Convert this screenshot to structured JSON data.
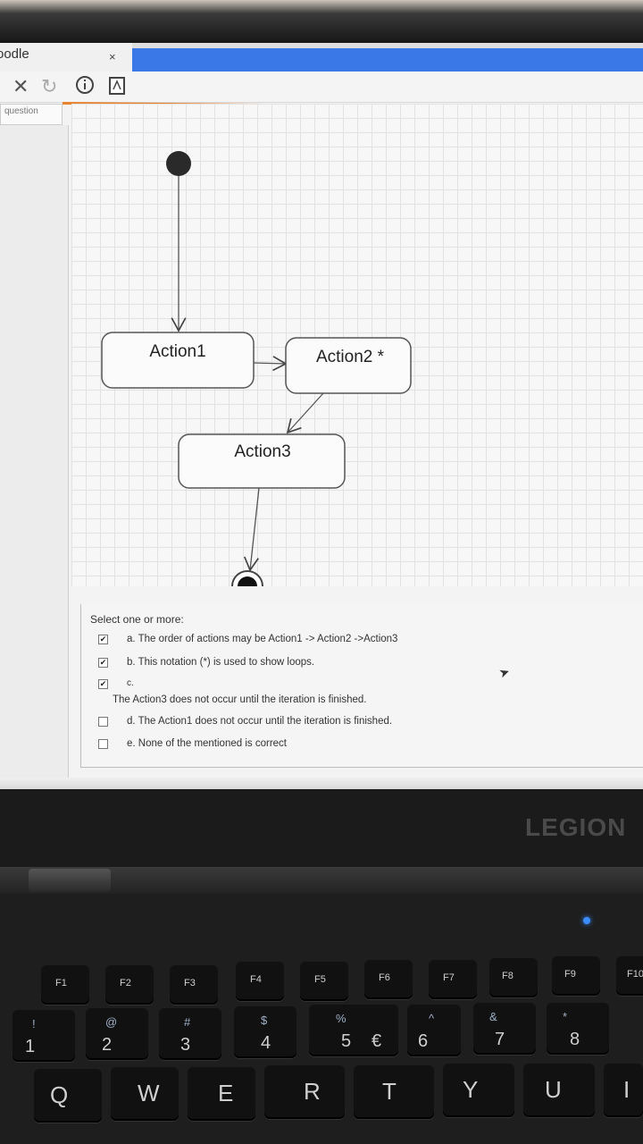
{
  "browser": {
    "tab_title": "oodle",
    "tab_close": "×",
    "toolbar_icons": [
      "close-icon",
      "refresh-icon",
      "info-icon",
      "pdf-icon"
    ],
    "question_tag": "question"
  },
  "diagram": {
    "actions": [
      "Action1",
      "Action2 *",
      "Action3"
    ]
  },
  "question": {
    "prompt": "Select one or more:",
    "options": [
      {
        "label": "a. The order of actions may be Action1 -> Action2 ->Action3",
        "checked": true
      },
      {
        "label": "b. This notation (*) is used to show loops.",
        "checked": true
      },
      {
        "label": "c.",
        "extra": "The Action3 does not occur until the iteration is finished.",
        "checked": true
      },
      {
        "label": "d. The Action1 does not occur until the iteration is finished.",
        "checked": false
      },
      {
        "label": "e. None of the mentioned is correct",
        "checked": false
      }
    ]
  },
  "laptop": {
    "brand": "LEGION",
    "fn_keys": [
      "F1",
      "F2",
      "F3",
      "F4",
      "F5",
      "F6",
      "F7",
      "F8",
      "F9",
      "F10"
    ],
    "number_keys": [
      {
        "main": "1",
        "shift": "!"
      },
      {
        "main": "2",
        "shift": "@"
      },
      {
        "main": "3",
        "shift": "#"
      },
      {
        "main": "4",
        "shift": "$"
      },
      {
        "main": "5",
        "shift": "%",
        "alt": "€"
      },
      {
        "main": "6",
        "shift": "^"
      },
      {
        "main": "7",
        "shift": "&"
      },
      {
        "main": "8",
        "shift": "*"
      }
    ],
    "letter_keys": [
      "Q",
      "W",
      "E",
      "R",
      "T",
      "Y",
      "U",
      "I"
    ]
  }
}
